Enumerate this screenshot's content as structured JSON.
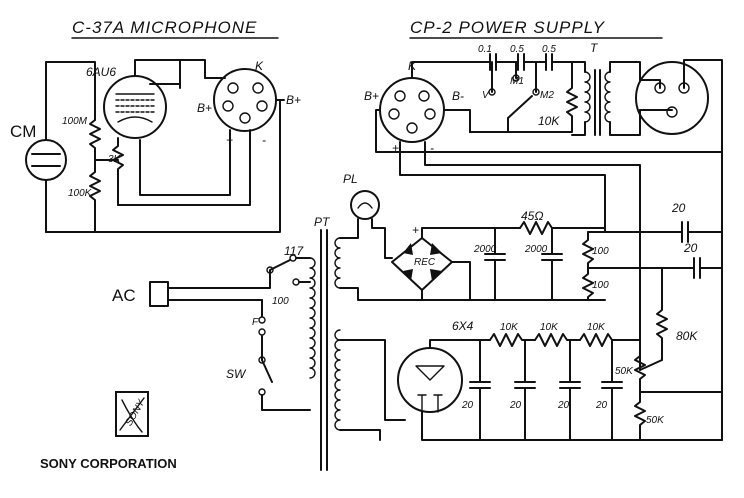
{
  "titles": {
    "microphone": "C-37A MICROPHONE",
    "power_supply": "CP-2   POWER SUPPLY"
  },
  "microphone": {
    "tube": "6AU6",
    "cm": "CM",
    "r_100m": "100M",
    "r_3k": "3K",
    "r_100k": "100K",
    "connector_k": "K",
    "connector_bplus_left": "B+",
    "connector_bplus_right": "B+",
    "plus": "+",
    "minus": "-"
  },
  "power_supply": {
    "connector_k": "K",
    "b_plus": "B+",
    "b_minus": "B-",
    "c_01": "0.1",
    "c_05a": "0.5",
    "c_05b": "0.5",
    "v": "V",
    "m1": "M1",
    "m2": "M2",
    "t": "T",
    "r_10k": "10K",
    "pl": "PL",
    "pt": "PT",
    "rec": "REC",
    "r_45": "45Ω",
    "c_2000a": "2000",
    "c_2000b": "2000",
    "r_100a": "100",
    "r_100b": "100",
    "c_20a": "20",
    "c_20b": "20",
    "tube_6x4": "6X4",
    "r_10ka": "10K",
    "r_10kb": "10K",
    "r_10kc": "10K",
    "r_80k": "80K",
    "r_50ka": "50K",
    "r_50kb": "50K",
    "c_20_1": "20",
    "c_20_2": "20",
    "c_20_3": "20",
    "c_20_4": "20",
    "tap_117": "117",
    "tap_100": "100",
    "ac": "AC",
    "fuse": "F",
    "sw": "SW",
    "plus": "+",
    "minus": "-"
  },
  "corporation": "SONY CORPORATION",
  "logo_text": "SONY"
}
